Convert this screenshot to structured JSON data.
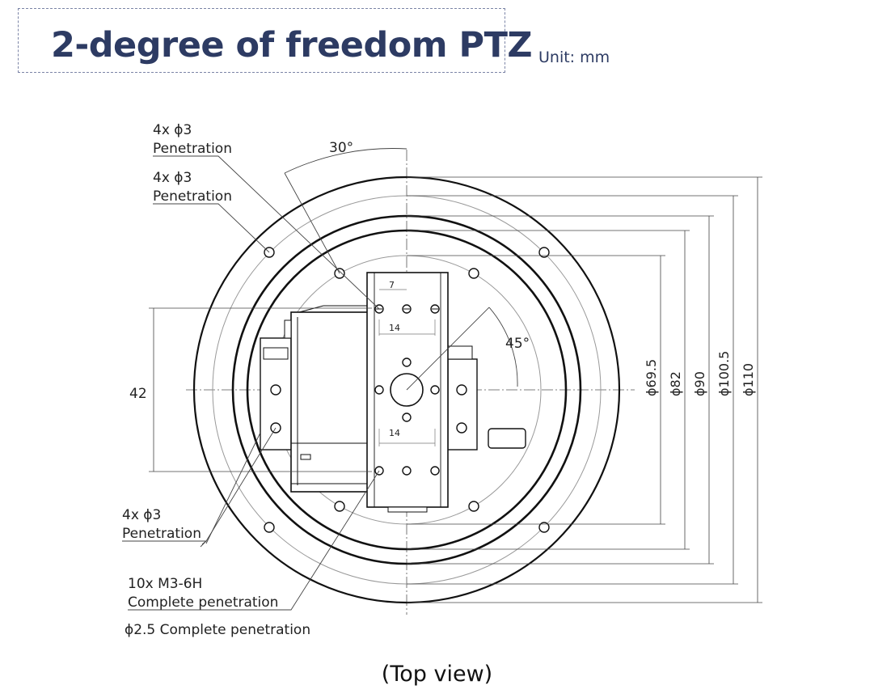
{
  "header": {
    "title": "2-degree of freedom PTZ",
    "unit": "Unit: mm"
  },
  "drawing": {
    "callouts": {
      "c1_qty": "4x ϕ3",
      "c1_desc": "Penetration",
      "c2_qty": "4x ϕ3",
      "c2_desc": "Penetration",
      "c3_qty": "4x ϕ3",
      "c3_desc": "Penetration",
      "c4_qty": "10x M3-6H",
      "c4_desc": "Complete penetration",
      "c5": "ϕ2.5 Complete penetration"
    },
    "dimensions": {
      "angle_30": "30°",
      "angle_45": "45°",
      "height_42": "42",
      "top_7": "7",
      "spacing_14_top": "14",
      "spacing_14_bottom": "14",
      "dia_69_5": "ϕ69.5",
      "dia_82": "ϕ82",
      "dia_90": "ϕ90",
      "dia_100_5": "ϕ100.5",
      "dia_110": "ϕ110"
    }
  },
  "caption": "(Top view)"
}
